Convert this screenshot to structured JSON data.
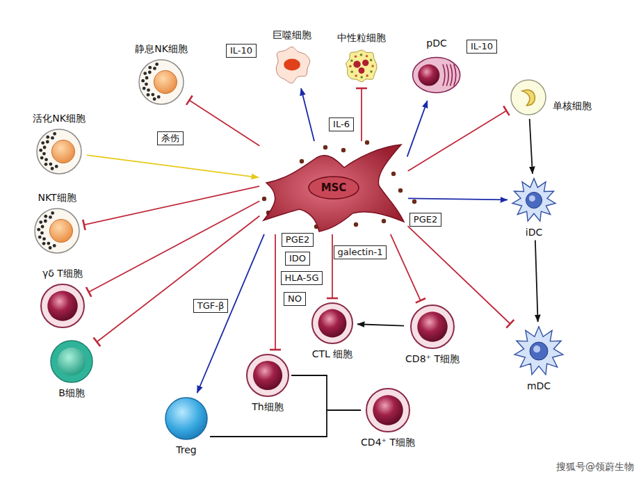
{
  "diagram": {
    "nodes": [
      {
        "text": [
          "IL-10"
        ]
      },
      {
        "text": [
          "巨噬细胞"
        ]
      },
      {
        "text": [
          "中性粒细胞"
        ]
      },
      {
        "text": [
          "pDC"
        ]
      },
      {
        "text": [
          "IL-10"
        ]
      },
      {
        "text": [
          "静息NK细胞"
        ]
      },
      {
        "text": [
          "单核细胞"
        ]
      },
      {
        "text": [
          "活化NK细胞"
        ]
      },
      {
        "text": [
          "MSC"
        ]
      },
      {
        "text": [
          "NKT细胞"
        ]
      },
      {
        "text": [
          "iDC"
        ]
      },
      {
        "text": [
          "γδ T细胞"
        ]
      },
      {
        "text": [
          "PGE2"
        ]
      },
      {
        "text": [
          "IDO"
        ]
      },
      {
        "text": [
          "HLA-5G"
        ]
      },
      {
        "text": [
          "NO"
        ]
      },
      {
        "text": [
          "CTL 细胞"
        ]
      },
      {
        "text": [
          "CD8⁺ T细胞"
        ]
      },
      {
        "text": [
          "B细胞"
        ]
      },
      {
        "text": [
          "mDC"
        ]
      },
      {
        "text": [
          "Th细胞"
        ]
      },
      {
        "text": [
          "Treg"
        ]
      },
      {
        "text": [
          "CD4⁺ T细胞"
        ]
      }
    ],
    "edges": [
      {
        "from": 8,
        "to": 1,
        "arrow": "to"
      },
      {
        "from": 8,
        "to": 2,
        "label": "IL-6",
        "arrow": "to"
      },
      {
        "from": 8,
        "to": 3,
        "arrow": "to"
      },
      {
        "from": 8,
        "to": 5,
        "arrow": "to"
      },
      {
        "from": 7,
        "to": 8,
        "label": "杀伤",
        "arrow": "to"
      },
      {
        "from": 8,
        "to": 6,
        "arrow": "to"
      },
      {
        "from": 6,
        "to": 10,
        "arrow": "to"
      },
      {
        "from": 8,
        "to": 10,
        "label": "PGE2",
        "arrow": "to"
      },
      {
        "from": 8,
        "to": 19,
        "arrow": "to"
      },
      {
        "from": 10,
        "to": 19,
        "arrow": "to"
      },
      {
        "from": 8,
        "to": 9,
        "arrow": "to"
      },
      {
        "from": 8,
        "to": 11,
        "arrow": "to"
      },
      {
        "from": 8,
        "to": 18,
        "arrow": "to"
      },
      {
        "from": 8,
        "to": 21,
        "label": "TGF-β",
        "arrow": "to"
      },
      {
        "from": 8,
        "to": 20,
        "arrow": "to"
      },
      {
        "from": 8,
        "to": 16,
        "label": "galectin-1",
        "arrow": "to"
      },
      {
        "from": 8,
        "to": 17,
        "arrow": "to"
      },
      {
        "from": 17,
        "to": 16,
        "arrow": "to"
      },
      {
        "from": 20,
        "to": 22,
        "arrow": "none"
      },
      {
        "from": 21,
        "to": 22,
        "arrow": "none"
      }
    ],
    "labels": [
      "搜狐号@领蔚生物"
    ]
  }
}
